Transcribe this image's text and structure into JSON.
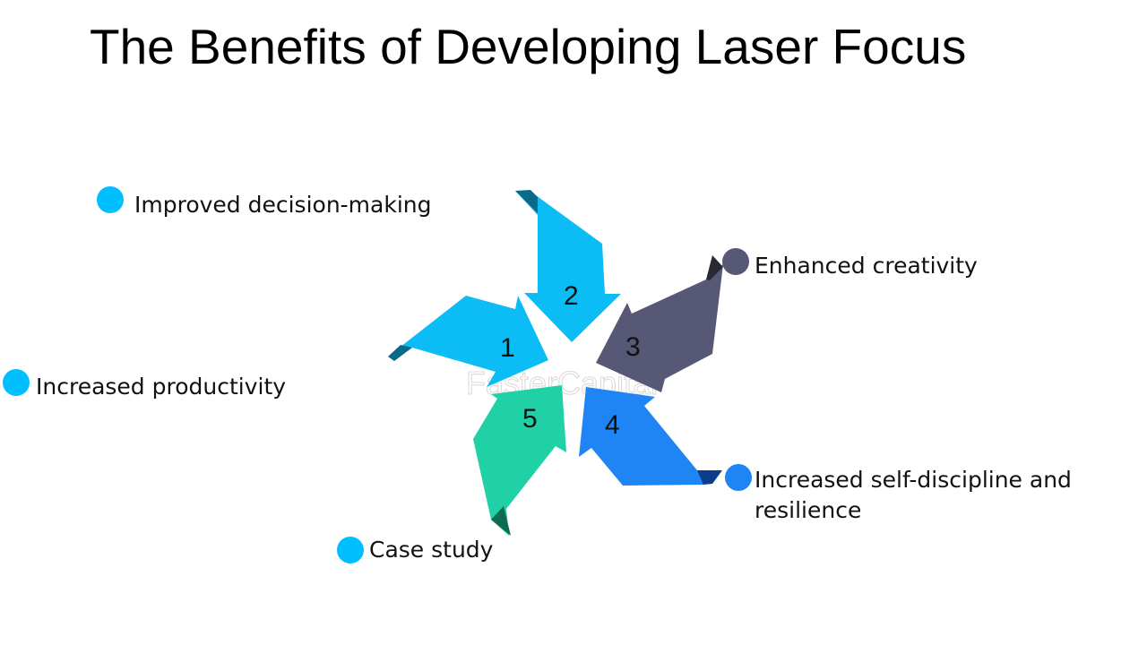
{
  "title": "The Benefits of Developing Laser Focus",
  "watermark": "FasterCapital",
  "items": [
    {
      "number": "1",
      "label": "Increased productivity",
      "color": "#00bfff"
    },
    {
      "number": "2",
      "label": "Improved decision-making",
      "color": "#00bfff"
    },
    {
      "number": "3",
      "label": "Enhanced creativity",
      "color": "#575876"
    },
    {
      "number": "4",
      "label": "Increased self-discipline and resilience",
      "color": "#1f85f5"
    },
    {
      "number": "5",
      "label": "Case study",
      "color": "#00bfff"
    }
  ],
  "arrow_colors": {
    "1": "#0bbcf5",
    "2": "#0bbcf5",
    "3": "#575876",
    "4": "#1f85f5",
    "5": "#20d1a5"
  }
}
